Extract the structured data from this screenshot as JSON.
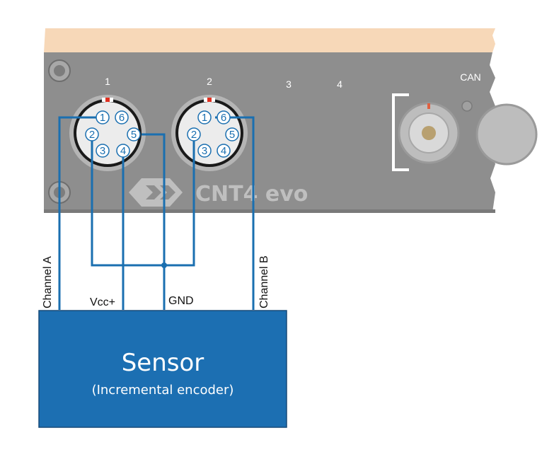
{
  "device": {
    "port_labels": [
      "1",
      "2",
      "3",
      "4"
    ],
    "can_label": "CAN",
    "brand_text": "CNT4 evo"
  },
  "connectors": [
    {
      "pins": [
        "1",
        "6",
        "2",
        "5",
        "3",
        "4"
      ]
    },
    {
      "pins": [
        "1",
        "6",
        "2",
        "5",
        "3",
        "4"
      ]
    }
  ],
  "wires": {
    "channel_a": "Channel A",
    "vcc": "Vcc+",
    "gnd": "GND",
    "channel_b": "Channel B"
  },
  "sensor": {
    "title": "Sensor",
    "subtitle": "(Incremental encoder)"
  },
  "colors": {
    "wire": "#1a6fb0",
    "sensor_fill": "#1c6fb2",
    "sensor_border": "#164a78",
    "panel": "#8e8e8e",
    "panel_top": "#f7d8b8"
  }
}
